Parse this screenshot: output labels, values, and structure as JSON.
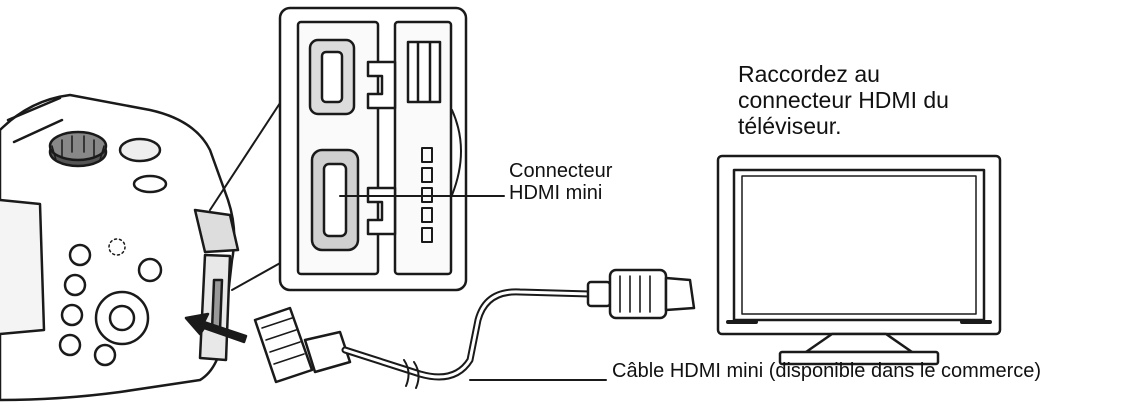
{
  "labels": {
    "tv_connector": [
      "Raccordez au",
      "connecteur HDMI du",
      "téléviseur."
    ],
    "camera_connector": [
      "Connecteur",
      "HDMI mini"
    ],
    "cable": "Câble HDMI mini (disponible dans le commerce)"
  },
  "colors": {
    "line": "#1a1a1a",
    "shade": "#cfcfcf",
    "background": "#ffffff"
  }
}
